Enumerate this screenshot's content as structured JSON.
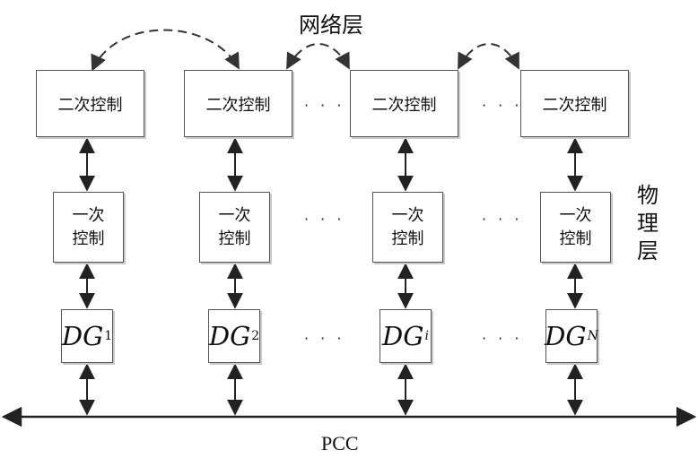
{
  "network_layer_label": "网络层",
  "physical_layer_label": "物理层",
  "bus_label": "PCC",
  "ellipsis": "· · ·",
  "secondary_label": "二次控制",
  "primary_label_line1": "一次",
  "primary_label_line2": "控制",
  "dg_units": [
    {
      "base": "DG",
      "sub": "1",
      "sub_italic": false
    },
    {
      "base": "DG",
      "sub": "2",
      "sub_italic": false
    },
    {
      "base": "DG",
      "sub": "i",
      "sub_italic": true
    },
    {
      "base": "DG",
      "sub": "N",
      "sub_italic": true
    }
  ],
  "colors": {
    "line": "#222222",
    "dashed_link": "#333333",
    "box_border": "#555555"
  }
}
